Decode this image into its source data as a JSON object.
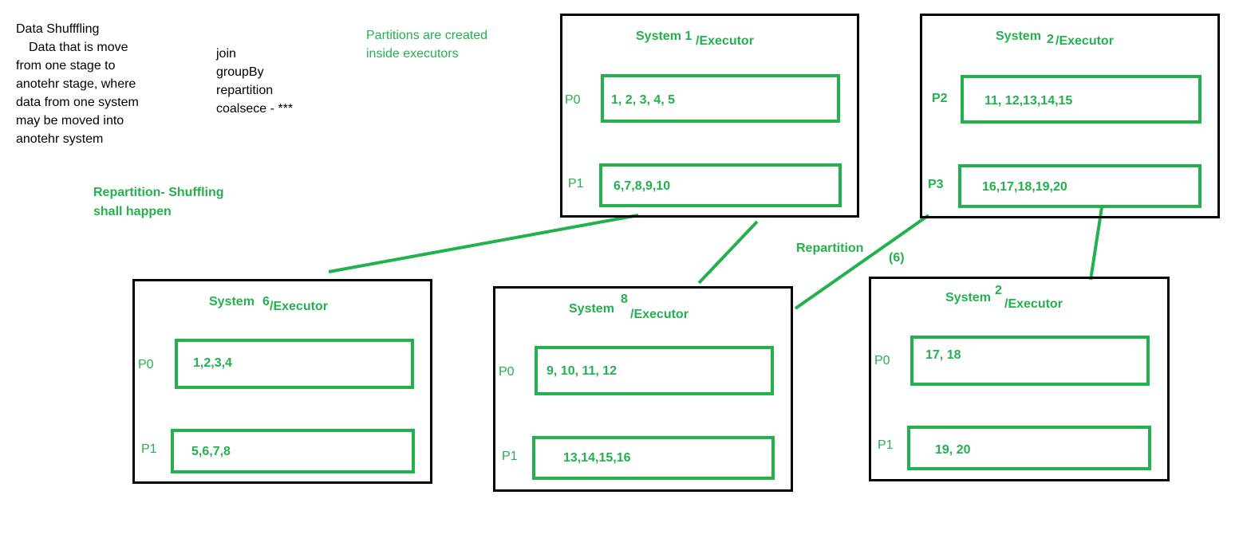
{
  "notes": {
    "title": "Data Shufffling",
    "lines": [
      "Data that is move",
      "from one stage to",
      "anotehr stage, where",
      "data from one system",
      "may be moved into",
      "anotehr system"
    ]
  },
  "ops": [
    "join",
    "groupBy",
    "repartition",
    "coalsece - ***"
  ],
  "partitions_note": [
    "Partitions are created",
    "inside executors"
  ],
  "repartition_note": [
    "Repartition- Shuffling",
    "shall happen"
  ],
  "repartition_label": "Repartition",
  "repartition_count": "(6)",
  "executor_suffix": "/Executor",
  "systems": [
    {
      "title": "System 1",
      "number": "",
      "partitions": [
        {
          "label": "P0",
          "values": "1, 2, 3, 4, 5"
        },
        {
          "label": "P1",
          "values": "6,7,8,9,10"
        }
      ]
    },
    {
      "title": "System",
      "number": "2",
      "partitions": [
        {
          "label": "P2",
          "values": "11, 12,13,14,15"
        },
        {
          "label": "P3",
          "values": "16,17,18,19,20"
        }
      ]
    },
    {
      "title": "System",
      "number": "6",
      "partitions": [
        {
          "label": "P0",
          "values": "1,2,3,4"
        },
        {
          "label": "P1",
          "values": "5,6,7,8"
        }
      ]
    },
    {
      "title": "System",
      "number": "8",
      "partitions": [
        {
          "label": "P0",
          "values": "9, 10, 11, 12"
        },
        {
          "label": "P1",
          "values": "13,14,15,16"
        }
      ]
    },
    {
      "title": "System",
      "number": "2",
      "partitions": [
        {
          "label": "P0",
          "values": "17, 18"
        },
        {
          "label": "P1",
          "values": "19, 20"
        }
      ]
    }
  ],
  "colors": {
    "accent": "#22b14c",
    "border": "#000000",
    "text": "#000000",
    "background": "#ffffff"
  }
}
